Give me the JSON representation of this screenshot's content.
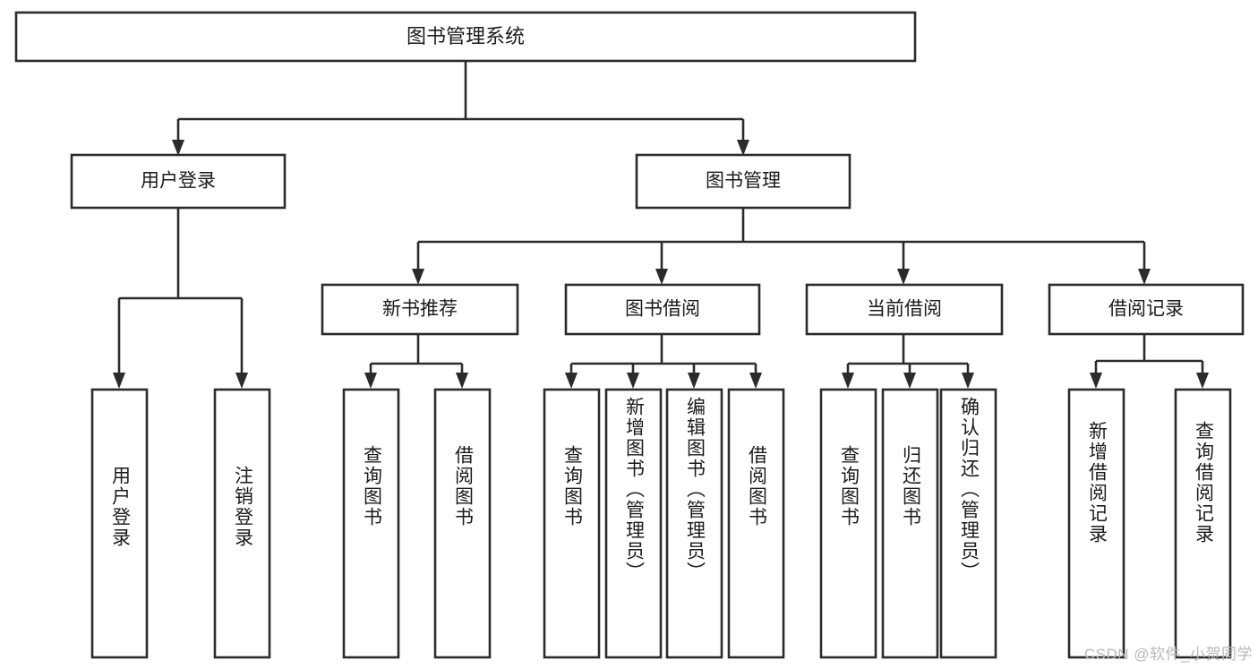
{
  "diagram": {
    "title": "图书管理系统",
    "type": "tree-hierarchy",
    "watermark": "CSDN @软件_小贺同学",
    "colors": {
      "stroke": "#2b2b2b",
      "fill": "#ffffff",
      "text": "#1b1b1b",
      "watermark": "#b9b9b9",
      "background": "#ffffff"
    },
    "root": {
      "label": "图书管理系统"
    },
    "level2": [
      {
        "label": "用户登录"
      },
      {
        "label": "图书管理"
      }
    ],
    "level3": [
      {
        "label": "新书推荐"
      },
      {
        "label": "图书借阅"
      },
      {
        "label": "当前借阅"
      },
      {
        "label": "借阅记录"
      }
    ],
    "leaves": {
      "user_login": [
        {
          "label": "用户登录"
        },
        {
          "label": "注销登录"
        }
      ],
      "new_book_recommend": [
        {
          "label": "查询图书"
        },
        {
          "label": "借阅图书"
        }
      ],
      "book_borrow": [
        {
          "label": "查询图书"
        },
        {
          "label": "新增图书（管理员）"
        },
        {
          "label": "编辑图书（管理员）"
        },
        {
          "label": "借阅图书"
        }
      ],
      "current_borrow": [
        {
          "label": "查询图书"
        },
        {
          "label": "归还图书"
        },
        {
          "label": "确认归还（管理员）"
        }
      ],
      "borrow_record": [
        {
          "label": "新增借阅记录"
        },
        {
          "label": "查询借阅记录"
        }
      ]
    }
  }
}
